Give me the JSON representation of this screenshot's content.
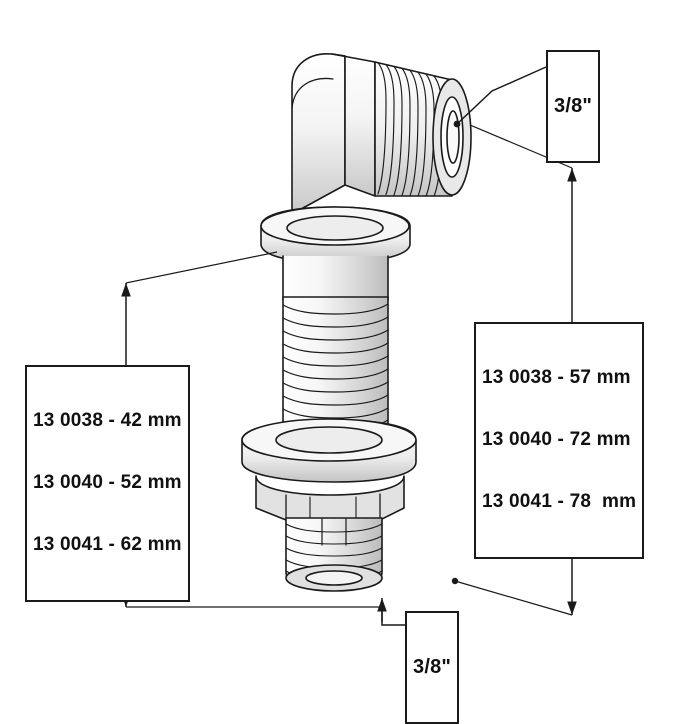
{
  "diagram": {
    "title": "Through-hull fitting dimension drawing",
    "labels": {
      "top_right_thread": "3/8\"",
      "bottom_thread": "3/8\"",
      "left_dimension": {
        "lines": [
          "13 0038 - 42 mm",
          "13 0040 - 52 mm",
          "13 0041 - 62 mm"
        ]
      },
      "right_dimension": {
        "lines": [
          "13 0038 - 57 mm",
          "13 0040 - 72 mm",
          "13 0041 - 78  mm"
        ]
      }
    },
    "colors": {
      "line": "#1a1a1a",
      "fill_light": "#f2f2f2",
      "fill_mid": "#d9d9d9",
      "fill_shadow": "#bfbfbf",
      "background": "#ffffff"
    }
  }
}
